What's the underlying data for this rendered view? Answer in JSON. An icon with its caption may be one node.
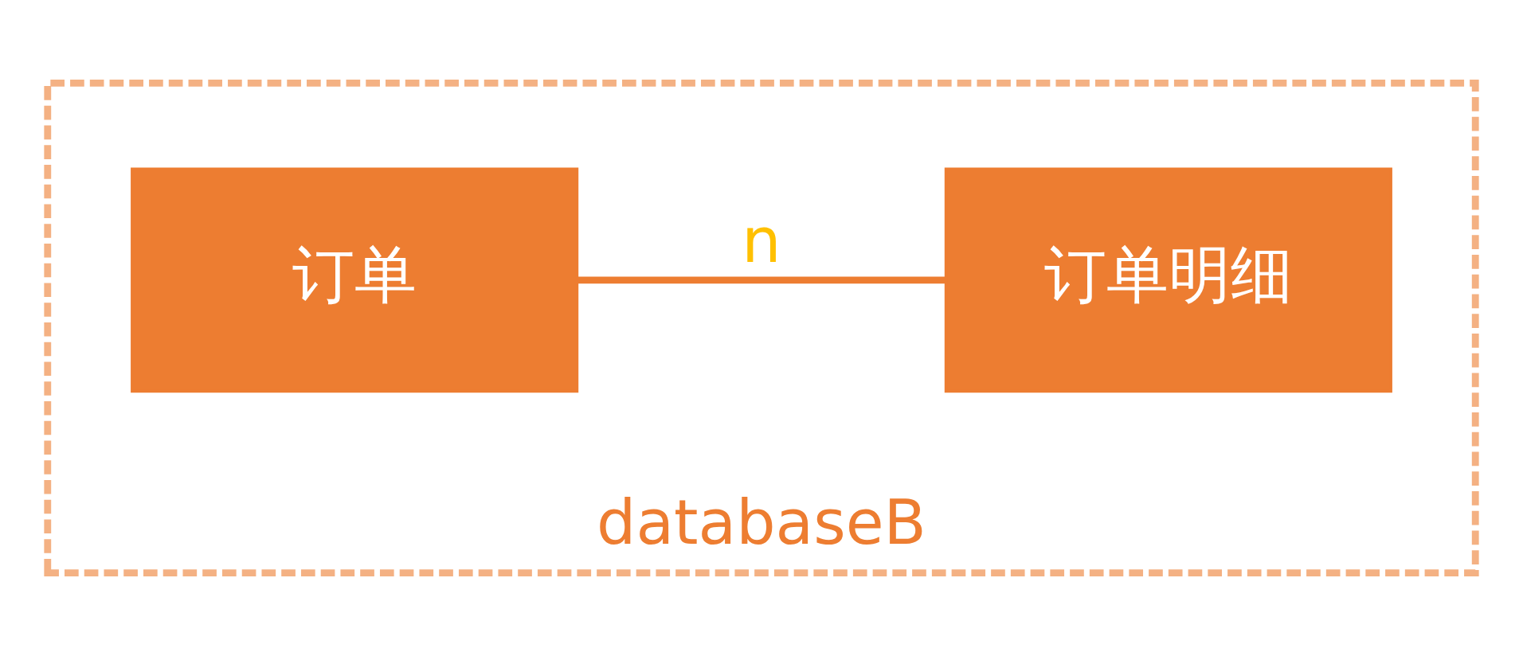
{
  "diagram": {
    "nodes": [
      {
        "text": [
          "databaseB"
        ]
      },
      {
        "text": [
          "订单"
        ],
        "in": 0
      },
      {
        "text": [
          "订单明细"
        ],
        "in": 0
      }
    ],
    "edges": [
      {
        "from": 1,
        "to": 2,
        "arrow": "none",
        "label": "n"
      }
    ]
  }
}
